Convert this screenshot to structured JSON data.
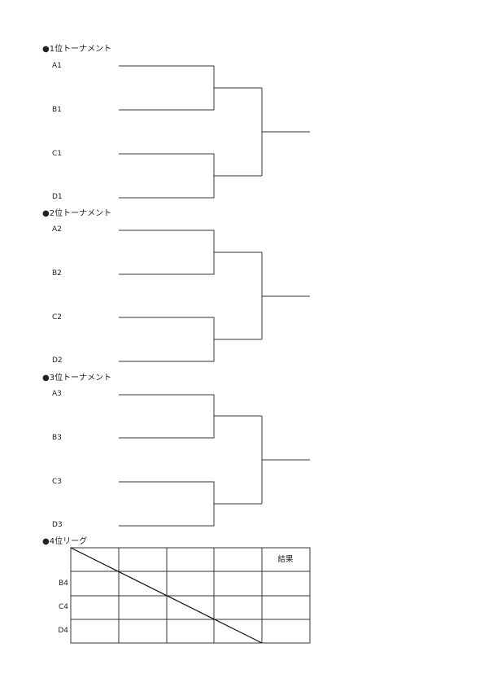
{
  "tournaments": [
    {
      "heading": "●1位トーナメント",
      "teams": [
        "A1",
        "B1",
        "C1",
        "D1"
      ]
    },
    {
      "heading": "●2位トーナメント",
      "teams": [
        "A2",
        "B2",
        "C2",
        "D2"
      ]
    },
    {
      "heading": "●3位トーナメント",
      "teams": [
        "A3",
        "B3",
        "C3",
        "D3"
      ]
    }
  ],
  "league": {
    "heading": "●4位リーグ",
    "row_labels": [
      "B4",
      "C4",
      "D4"
    ],
    "result_header": "結果"
  }
}
